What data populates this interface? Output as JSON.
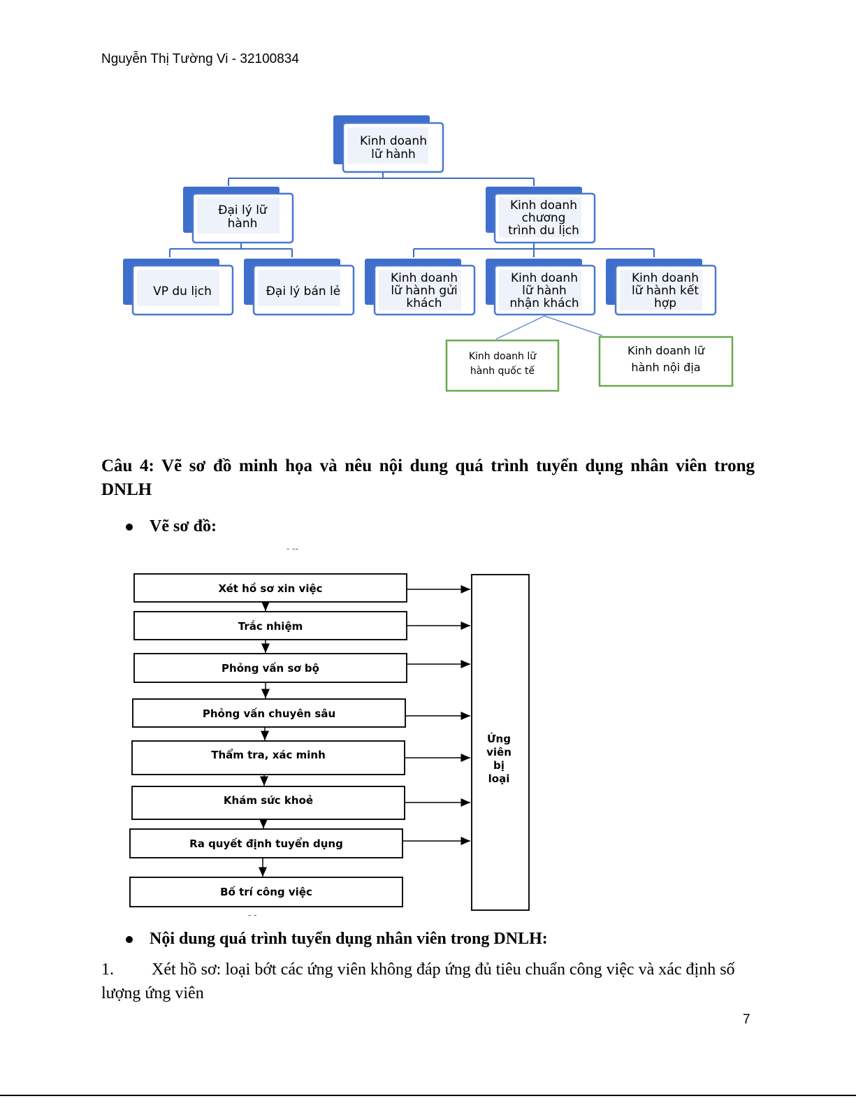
{
  "header": {
    "author_line": "Nguyễn Thị Tường Vi - 32100834"
  },
  "org_chart": {
    "root": [
      "Kinh doanh",
      "lữ hành"
    ],
    "left_branch": [
      "Đại lý lữ",
      "hành"
    ],
    "right_branch": [
      "Kinh doanh",
      "chương",
      "trình du lịch"
    ],
    "vp_du_lich": "VP du lịch",
    "dai_ly_ban_le": "Đại lý bán lẻ",
    "gui_khach": [
      "Kinh doanh",
      "lữ hành gửi",
      "khách"
    ],
    "nhan_khach": [
      "Kinh doanh",
      "lữ hành",
      "nhận khách"
    ],
    "ket_hop": [
      "Kinh doanh",
      "lữ hành kết",
      "hợp"
    ],
    "quoc_te": [
      "Kinh doanh lữ",
      "hành quốc tế"
    ],
    "noi_dia": [
      "Kinh doanh lữ",
      "hành nội địa"
    ]
  },
  "question": {
    "text": "Câu 4: Vẽ sơ đồ minh họa và nêu nội dung quá trình tuyển dụng nhân viên trong DNLH"
  },
  "bullet1": "Vẽ sơ đồ:",
  "flow": {
    "steps": [
      "Xét hồ sơ xin việc",
      "Trắc nhiệm",
      "Phỏng vấn sơ bộ",
      "Phỏng vấn chuyên sâu",
      "Thẩm tra, xác minh",
      "Khám sức khoẻ",
      "Ra quyết định tuyển dụng",
      "Bố trí công việc"
    ],
    "rejected": [
      "Ứng",
      "viên",
      "bị",
      "loại"
    ]
  },
  "bullet2": "Nội dung quá trình tuyển dụng nhân viên trong DNLH:",
  "paragraph1": {
    "number": "1.",
    "text": "Xét hồ sơ: loại bớt các ứng viên không đáp ứng đủ tiêu chuẩn công việc và xác định số lượng ứng viên"
  },
  "page_number": "7",
  "colors": {
    "box_dark": "#3f6fcc",
    "box_border": "#4a78d0",
    "box_fill": "#e8eefa",
    "green_border": "#6aa84f",
    "line": "#3d6cc4"
  }
}
